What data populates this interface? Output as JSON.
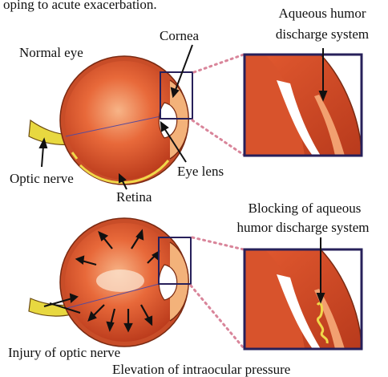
{
  "header_fragment": "oping to acute exacerbation.",
  "top": {
    "title": "Normal eye",
    "cornea": "Cornea",
    "aqueous_line1": "Aqueous humor",
    "aqueous_line2": "discharge system",
    "optic_nerve": "Optic nerve",
    "retina": "Retina",
    "eye_lens": "Eye lens"
  },
  "bottom": {
    "blocking_line1": "Blocking of aqueous",
    "blocking_line2": "humor discharge system",
    "injury": "Injury of optic nerve",
    "elevation": "Elevation of intraocular pressure"
  },
  "colors": {
    "sclera": "#d65a2c",
    "interior": "#e0552c",
    "highlight": "#f2a070",
    "nerve": "#e8d840",
    "box": "#27205a",
    "dots": "#d9859a"
  }
}
